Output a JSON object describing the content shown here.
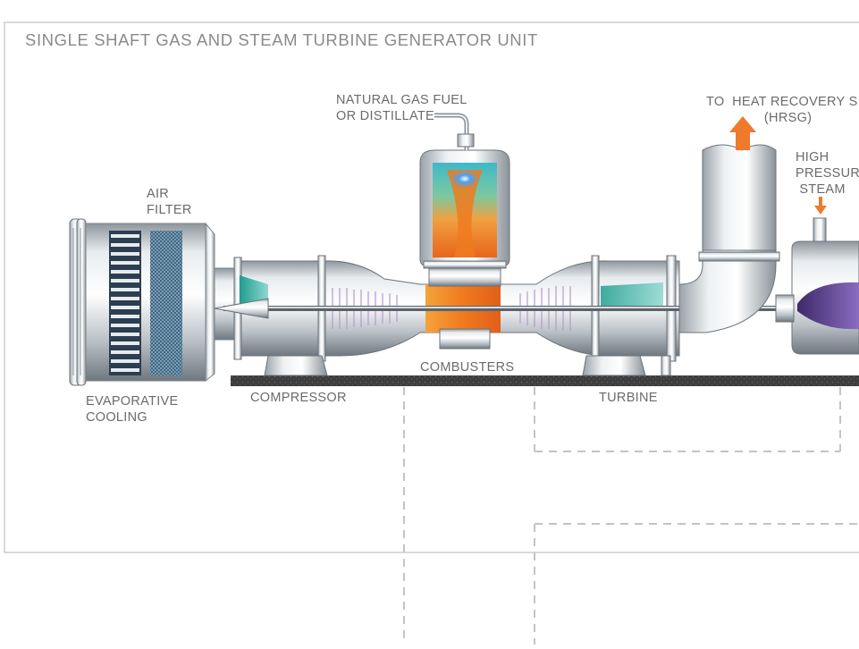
{
  "diagram": {
    "title": "SINGLE SHAFT GAS AND STEAM TURBINE GENERATOR UNIT",
    "labels": {
      "fuel": "NATURAL GAS FUEL\nOR DISTILLATE",
      "hrsg": "TO  HEAT RECOVERY S\n               (HRSG)",
      "hp_steam": "HIGH\nPRESSUR\n STEAM",
      "air_filter": "AIR\nFILTER",
      "evaporative_cooling": "EVAPORATIVE\nCOOLING",
      "compressor": "COMPRESSOR",
      "combusters": "COMBUSTERS",
      "turbine": "TURBINE"
    },
    "colors": {
      "text": "#6b6b6b",
      "frame": "#b5b5b5",
      "dashed": "#c4c4c4",
      "metal": "#c8ced4",
      "flame_orange": "#f07a1e",
      "arrow_orange": "#ee7a2c",
      "teal": "#2fb3a6",
      "filter_blue": "#3a5f7a",
      "steam_purple": "#6a4d9a",
      "ground": "#4a4a4a"
    }
  }
}
